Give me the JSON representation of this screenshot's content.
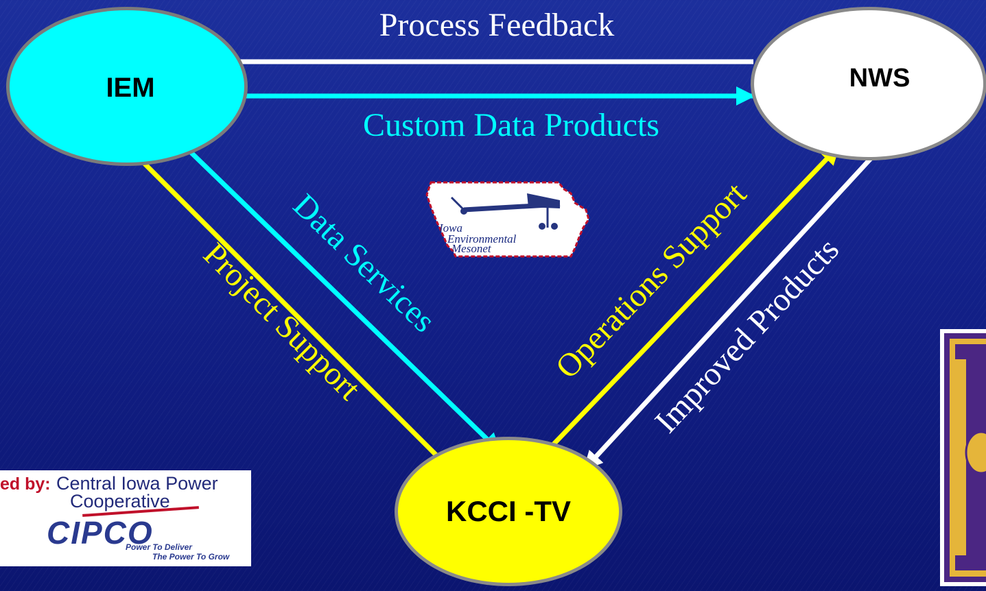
{
  "nodes": {
    "iem": {
      "label": "IEM",
      "color": "#00ffff"
    },
    "nws": {
      "label": "NWS",
      "color": "#ffffff"
    },
    "kcci": {
      "label": "KCCI -TV",
      "color": "#ffff00"
    }
  },
  "edges": {
    "process_feedback": {
      "label": "Process Feedback",
      "color": "#ffffff"
    },
    "custom_data_products": {
      "label": "Custom Data Products",
      "color": "#00ffff"
    },
    "data_services": {
      "label": "Data Services",
      "color": "#00ffff"
    },
    "project_support": {
      "label": "Project Support",
      "color": "#ffff00"
    },
    "operations_support": {
      "label": "Operations Support",
      "color": "#ffff00"
    },
    "improved_products": {
      "label": "Improved Products",
      "color": "#ffffff"
    }
  },
  "iem_logo": {
    "line1": "Iowa",
    "line2": "Environmental",
    "line3": "Mesonet"
  },
  "sponsor": {
    "by_label": "ed by:",
    "company_line1": "Central Iowa Power",
    "company_line2": "Cooperative",
    "brand": "CIPCO",
    "tagline1": "Power To Deliver",
    "tagline2": "The Power To Grow"
  },
  "colors": {
    "background": "#13218a",
    "accent_red": "#c0102a"
  }
}
